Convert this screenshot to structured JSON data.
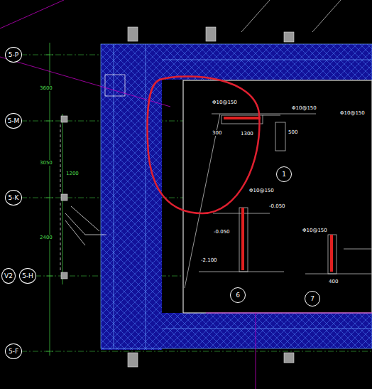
{
  "diagram": {
    "nodes": [
      {
        "text": [
          "5-P"
        ]
      },
      {
        "text": [
          "5-M"
        ]
      },
      {
        "text": [
          "5-K"
        ]
      },
      {
        "text": [
          "V2"
        ]
      },
      {
        "text": [
          "5-H"
        ]
      },
      {
        "text": [
          "5-F"
        ]
      },
      {
        "text": [
          "1"
        ]
      },
      {
        "text": [
          "6"
        ]
      },
      {
        "text": [
          "7"
        ]
      }
    ],
    "labels": [
      "1300",
      "300",
      "500",
      "-0.050",
      "-0.050",
      "-2.100",
      "400",
      "Φ10@150",
      "Φ10@150",
      "Φ10@150",
      "Φ10@150",
      "Φ10@150",
      "3600",
      "3050",
      "2400",
      "1200"
    ]
  }
}
